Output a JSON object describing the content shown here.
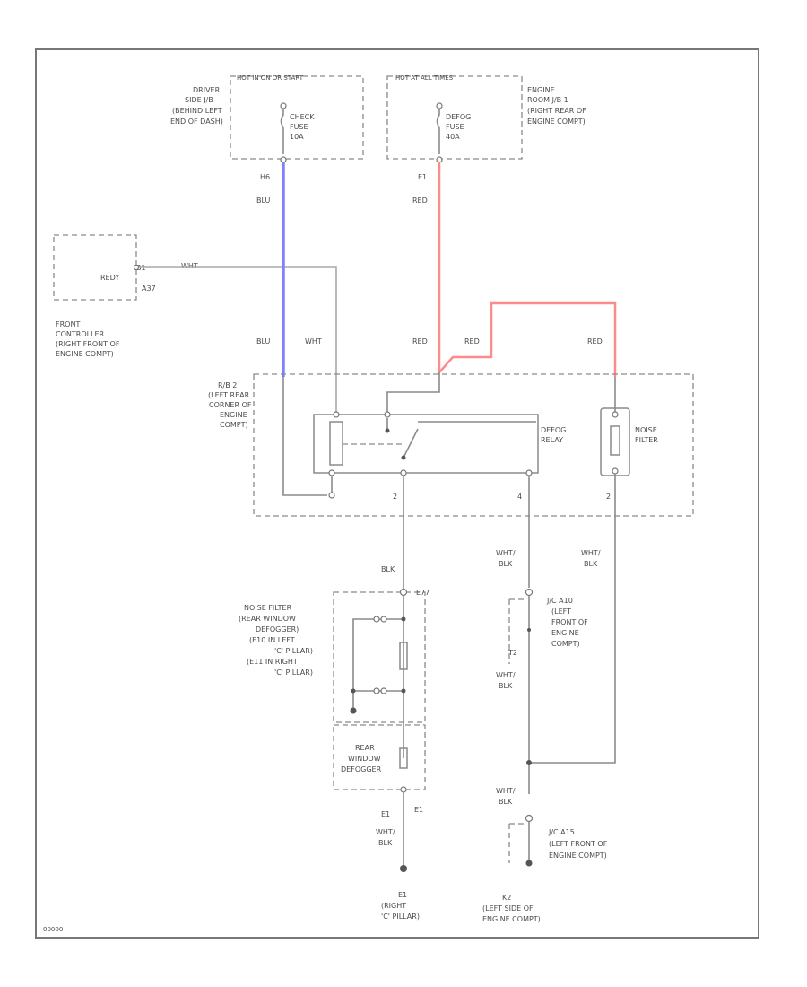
{
  "fuses": {
    "hot_run": "HOT IN ON OR START",
    "hot_all": "HOT AT ALL TIMES",
    "fuse1_name": "CHECK",
    "fuse1_sub": "FUSE",
    "fuse1_amp": "10A",
    "fuse2_name": "DEFOG",
    "fuse2_sub": "FUSE",
    "fuse2_amp": "40A",
    "jb_driver": [
      "DRIVER",
      "SIDE J/B",
      "(BEHIND LEFT",
      "END OF DASH)"
    ],
    "jb_engine": [
      "ENGINE",
      "ROOM J/B 1",
      "(RIGHT REAR OF",
      "ENGINE COMPT)"
    ]
  },
  "controller": {
    "label": "REDY",
    "pin_a": "B1",
    "pin_b": "A37",
    "desc": [
      "FRONT",
      "CONTROLLER",
      "(RIGHT FRONT OF",
      "ENGINE COMPT)"
    ]
  },
  "relay_block": {
    "desc": [
      "R/B 2",
      "(LEFT REAR",
      "CORNER OF",
      "ENGINE",
      "COMPT)"
    ],
    "relay_label": [
      "DEFOG",
      "RELAY"
    ],
    "filter_label": [
      "NOISE",
      "FILTER"
    ],
    "pin_2a": "2",
    "pin_4": "4",
    "pin_2b": "2"
  },
  "wires": {
    "h6": "H6",
    "e1": "E1",
    "blu_top": "BLU",
    "red_top": "RED",
    "blu": "BLU",
    "wht": "WHT",
    "wht_ctrl": "WHT",
    "red1": "RED",
    "red2": "RED",
    "red3": "RED",
    "blk": "BLK",
    "whtblk_a": "WHT/",
    "whtblk_a2": "BLK",
    "whtblk_b": "WHT/",
    "whtblk_b2": "BLK",
    "whtblk_c": "WHT/",
    "whtblk_c2": "BLK",
    "whtblk_d": "WHT/",
    "whtblk_d2": "BLK",
    "whtblk_e": "WHT/",
    "whtblk_e2": "BLK"
  },
  "lower": {
    "noise_filter_desc": [
      "NOISE FILTER",
      "(REAR WINDOW",
      "DEFOGGER)",
      "(E10 IN LEFT",
      "'C' PILLAR)",
      "(E11 IN RIGHT",
      "'C' PILLAR)"
    ],
    "e77": "E77",
    "defogger_label": [
      "REAR",
      "WINDOW",
      "DEFOGGER"
    ],
    "e1a": "E1",
    "e1b": "E1",
    "ground_e1": [
      "E1",
      "(RIGHT",
      "'C' PILLAR)"
    ],
    "jc1": [
      "J/C A10",
      "(LEFT",
      "FRONT OF",
      "ENGINE",
      "COMPT)"
    ],
    "t2": "T2",
    "jc2": [
      "J/C A15",
      "(LEFT FRONT OF",
      "ENGINE COMPT)"
    ],
    "ground_k2": [
      "K2",
      "(LEFT SIDE OF",
      "ENGINE COMPT)"
    ]
  },
  "footer_code": "00000"
}
